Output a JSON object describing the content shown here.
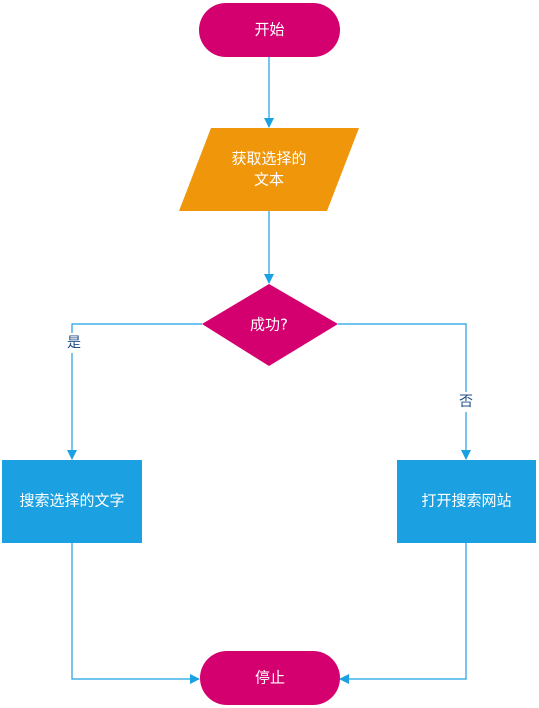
{
  "colors": {
    "terminal": "#d5006f",
    "io": "#f0960a",
    "decision": "#d5006f",
    "process": "#1ba1e2",
    "edge": "#1ba1e2",
    "label_text": "#1e4e86",
    "node_text": "#ffffff"
  },
  "nodes": {
    "start": {
      "label": "开始"
    },
    "get_text": {
      "line1": "获取选择的",
      "line2": "文本"
    },
    "decision": {
      "label": "成功?"
    },
    "search_text": {
      "label": "搜索选择的文字"
    },
    "open_site": {
      "label": "打开搜索网站"
    },
    "stop": {
      "label": "停止"
    }
  },
  "edges": {
    "yes_label": "是",
    "no_label": "否"
  }
}
